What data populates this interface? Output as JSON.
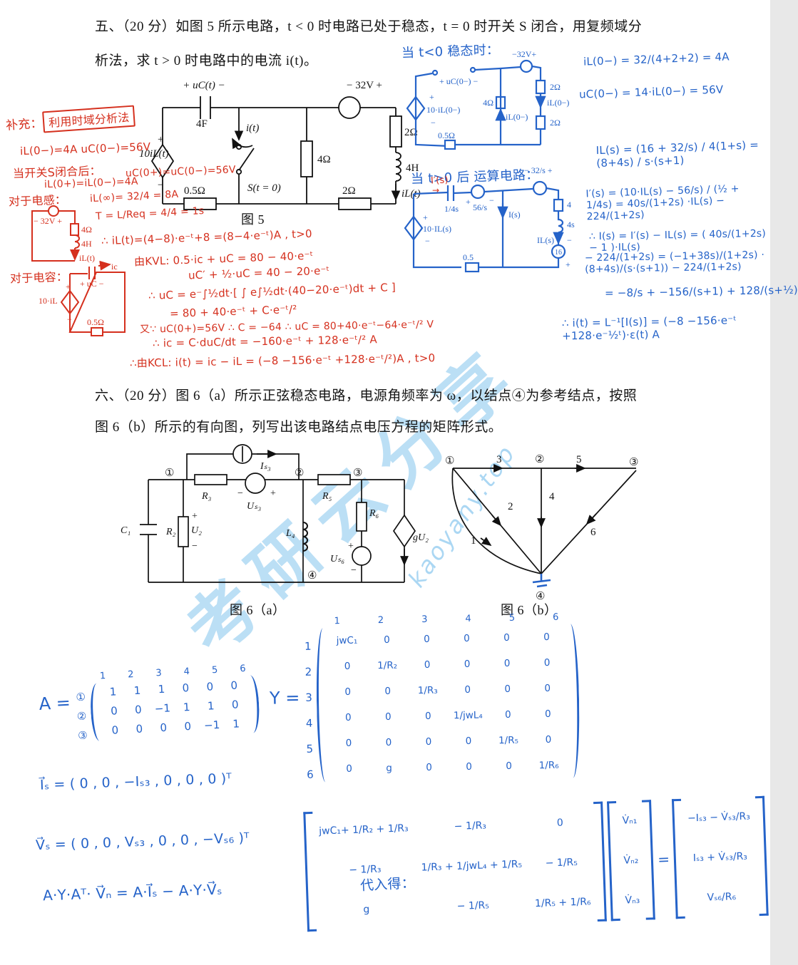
{
  "watermark": {
    "brand": "考研云分享",
    "site": "kaoyany.top",
    "color": "#78bfeb"
  },
  "problem5": {
    "line1": "五、（20 分）如图 5 所示电路，t < 0 时电路已处于稳态，t = 0 时开关 S 闭合，用复频域分",
    "line2": "析法，求 t > 0 时电路中的电流 i(t)。",
    "fig5": {
      "caption": "图 5",
      "cap_label": "+ uC(t) −",
      "cap_value": "4F",
      "current": "i(t)",
      "switch_label": "S(t = 0)",
      "source_label": "− 32V +",
      "r_right": "2Ω",
      "r_mid": "4Ω",
      "inductor": "4H",
      "il_label": "iL(t)",
      "r_bottom_right": "2Ω",
      "r_bottom_left": "0.5Ω",
      "dep_source": "10iL(t)",
      "plus": "+",
      "minus": "−"
    },
    "red": {
      "supplement": "补充：",
      "boxed": "利用时域分析法",
      "init": "iL(0−)=4A    uC(0−)=56V",
      "after_title": "当开关S闭合后：",
      "after_il": "iL(0+)=iL(0−)=4A",
      "after_uc": "uC(0+)=uC(0−)=56V",
      "for_inductor": "对于电感：",
      "il_inf": "iL(∞)= 32/4 = 8A",
      "tau": "T = L/Req = 4/4 = 1s",
      "il_t": "∴ iL(t)=(4−8)·e⁻ᵗ+8 =(8−4·e⁻ᵗ)A , t>0",
      "for_cap": "对于电容：",
      "kvl1": "由KVL:  0.5·ic + uC = 80 − 40·e⁻ᵗ",
      "kvl2": "uC′ + ½·uC = 40 − 20·e⁻ᵗ",
      "uc_int": "∴ uC = e⁻∫½dt·[ ∫ e∫½dt·(40−20·e⁻ᵗ)dt + C ]",
      "uc_sol": "= 80 + 40·e⁻ᵗ + C·e⁻ᵗ/²",
      "uc_c": "又∵ uC(0+)=56V   ∴ C = −64   ∴ uC = 80+40·e⁻ᵗ−64·e⁻ᵗ/² V",
      "ic_eq": "∴ ic = C·duC/dt = −160·e⁻ᵗ + 128·e⁻ᵗ/²  A",
      "kcl": "∴由KCL:  i(t) = ic − iL = (−8 −156·e⁻ᵗ +128·e⁻ᵗ/²)A , t>0",
      "is_label": "I′(s)",
      "is_arrow": "→",
      "c1": {
        "src": "− 32V +",
        "r": "4Ω",
        "l": "4H",
        "il": "iL(t)"
      },
      "c2": {
        "ic": "ic",
        "uc": "+ uC −",
        "dep": "10·iL",
        "plus": "+",
        "minus": "−",
        "r": "0.5Ω"
      }
    },
    "blue": {
      "steady_title": "当 t<0 稳态时：",
      "eq1": "iL(0−) = 32/(4+2+2) = 4A",
      "eq2": "uC(0−) = 14·iL(0−) = 56V",
      "op_title": "当 t>0 后 运算电路：",
      "ILs": "IL(s) = (16 + 32/s) / 4(1+s) = (8+4s) / s·(s+1)",
      "Ips": "I′(s) = (10·IL(s) − 56/s) / (½ + 1/4s) = 40s/(1+2s) ·IL(s) − 224/(1+2s)",
      "Is1": "∴ I(s) = I′(s) − IL(s) = ( 40s/(1+2s) − 1 )·IL(s)",
      "Is2": "− 224/(1+2s) = (−1+38s)/(1+2s) · (8+4s)/(s·(s+1)) − 224/(1+2s)",
      "Is3": "= −8/s + −156/(s+1) + 128/(s+½)",
      "it": "∴ i(t) = L⁻¹[I(s)] = (−8 −156·e⁻ᵗ +128·e⁻½ᵗ)·ε(t) A",
      "c1": {
        "title_src": "−32V+",
        "uc": "+ uC(0−) −",
        "plus": "+",
        "dep": "10·iL(0−)",
        "minus": "−",
        "r_mid": "4Ω",
        "il_mid": "iL(0−)",
        "r1": "2Ω",
        "il": "iL(0−)",
        "r2": "2Ω",
        "rb": "0.5Ω"
      },
      "c2": {
        "cap": "1/4s",
        "vplus": "+",
        "v56": "56/s",
        "vminus": "−",
        "src32": "− 32/s +",
        "plus": "+",
        "dep": "10·IL(s)",
        "minus": "−",
        "imid": "I(s)",
        "r1": "4",
        "l": "4s",
        "il": "IL(s)",
        "sminus": "−",
        "s16": "16",
        "splus": "+",
        "rb": "0.5"
      }
    }
  },
  "problem6": {
    "line1": "六、（20 分）图 6（a）所示正弦稳态电路，电源角频率为 ω，以结点④为参考结点，按照",
    "line2": "图 6（b）所示的有向图，列写出该电路结点电压方程的矩阵形式。",
    "fig6a": {
      "caption": "图 6（a）",
      "c1": "C₁",
      "r2": "R₂",
      "u2": "U₂",
      "r3": "R₃",
      "us3": "Uₛ₃",
      "is3": "Iₛ₃",
      "r5": "R₅",
      "r6": "R₆",
      "us6": "Uₛ₆",
      "l4": "L₄",
      "gu2": "gU₂",
      "n1": "①",
      "n2": "②",
      "n3": "③",
      "n4": "④",
      "plus": "+",
      "minus": "−"
    },
    "fig6b": {
      "caption": "图 6（b）",
      "n1": "①",
      "n2": "②",
      "n3": "③",
      "n4": "④",
      "e1": "1",
      "e2": "2",
      "e3": "3",
      "e4": "4",
      "e5": "5",
      "e6": "6"
    }
  },
  "solution6": {
    "A": {
      "name": "A =",
      "col_headers": [
        "1",
        "2",
        "3",
        "4",
        "5",
        "6"
      ],
      "row_labels": [
        "①",
        "②",
        "③"
      ],
      "rows": [
        [
          "1",
          "1",
          "1",
          "0",
          "0",
          "0"
        ],
        [
          "0",
          "0",
          "−1",
          "1",
          "1",
          "0"
        ],
        [
          "0",
          "0",
          "0",
          "0",
          "−1",
          "1"
        ]
      ]
    },
    "Y": {
      "name": "Y =",
      "col_headers": [
        "1",
        "2",
        "3",
        "4",
        "5",
        "6"
      ],
      "row_labels": [
        "1",
        "2",
        "3",
        "4",
        "5",
        "6"
      ],
      "rows": [
        [
          "jwC₁",
          "0",
          "0",
          "0",
          "0",
          "0"
        ],
        [
          "0",
          "1/R₂",
          "0",
          "0",
          "0",
          "0"
        ],
        [
          "0",
          "0",
          "1/R₃",
          "0",
          "0",
          "0"
        ],
        [
          "0",
          "0",
          "0",
          "1/jwL₄",
          "0",
          "0"
        ],
        [
          "0",
          "0",
          "0",
          "0",
          "1/R₅",
          "0"
        ],
        [
          "0",
          "g",
          "0",
          "0",
          "0",
          "1/R₆"
        ]
      ]
    },
    "Is_vec": "I⃗ₛ = ( 0 , 0 , −Iₛ₃ , 0 , 0 , 0 )ᵀ",
    "Vs_vec": "V⃗ₛ = ( 0 , 0 , Vₛ₃ , 0 , 0 , −Vₛ₆ )ᵀ",
    "node_eq": "A·Y·Aᵀ· V⃗ₙ  =  A·I⃗ₛ − A·Y·V⃗ₛ",
    "subst": "代入得：",
    "final": {
      "M": {
        "rows": [
          [
            "jwC₁+ 1/R₂ + 1/R₃",
            "− 1/R₃",
            "0"
          ],
          [
            "− 1/R₃",
            "1/R₃ + 1/jwL₄ + 1/R₅",
            "− 1/R₅"
          ],
          [
            "g",
            "− 1/R₅",
            "1/R₅ + 1/R₆"
          ]
        ]
      },
      "V": {
        "rows": [
          [
            "V̇ₙ₁"
          ],
          [
            "V̇ₙ₂"
          ],
          [
            "V̇ₙ₃"
          ]
        ]
      },
      "eq": "=",
      "R": {
        "rows": [
          [
            "−Iₛ₃ − V̇ₛ₃/R₃"
          ],
          [
            "Iₛ₃ + V̇ₛ₃/R₃"
          ],
          [
            "Vₛ₆/R₆"
          ]
        ]
      }
    }
  }
}
